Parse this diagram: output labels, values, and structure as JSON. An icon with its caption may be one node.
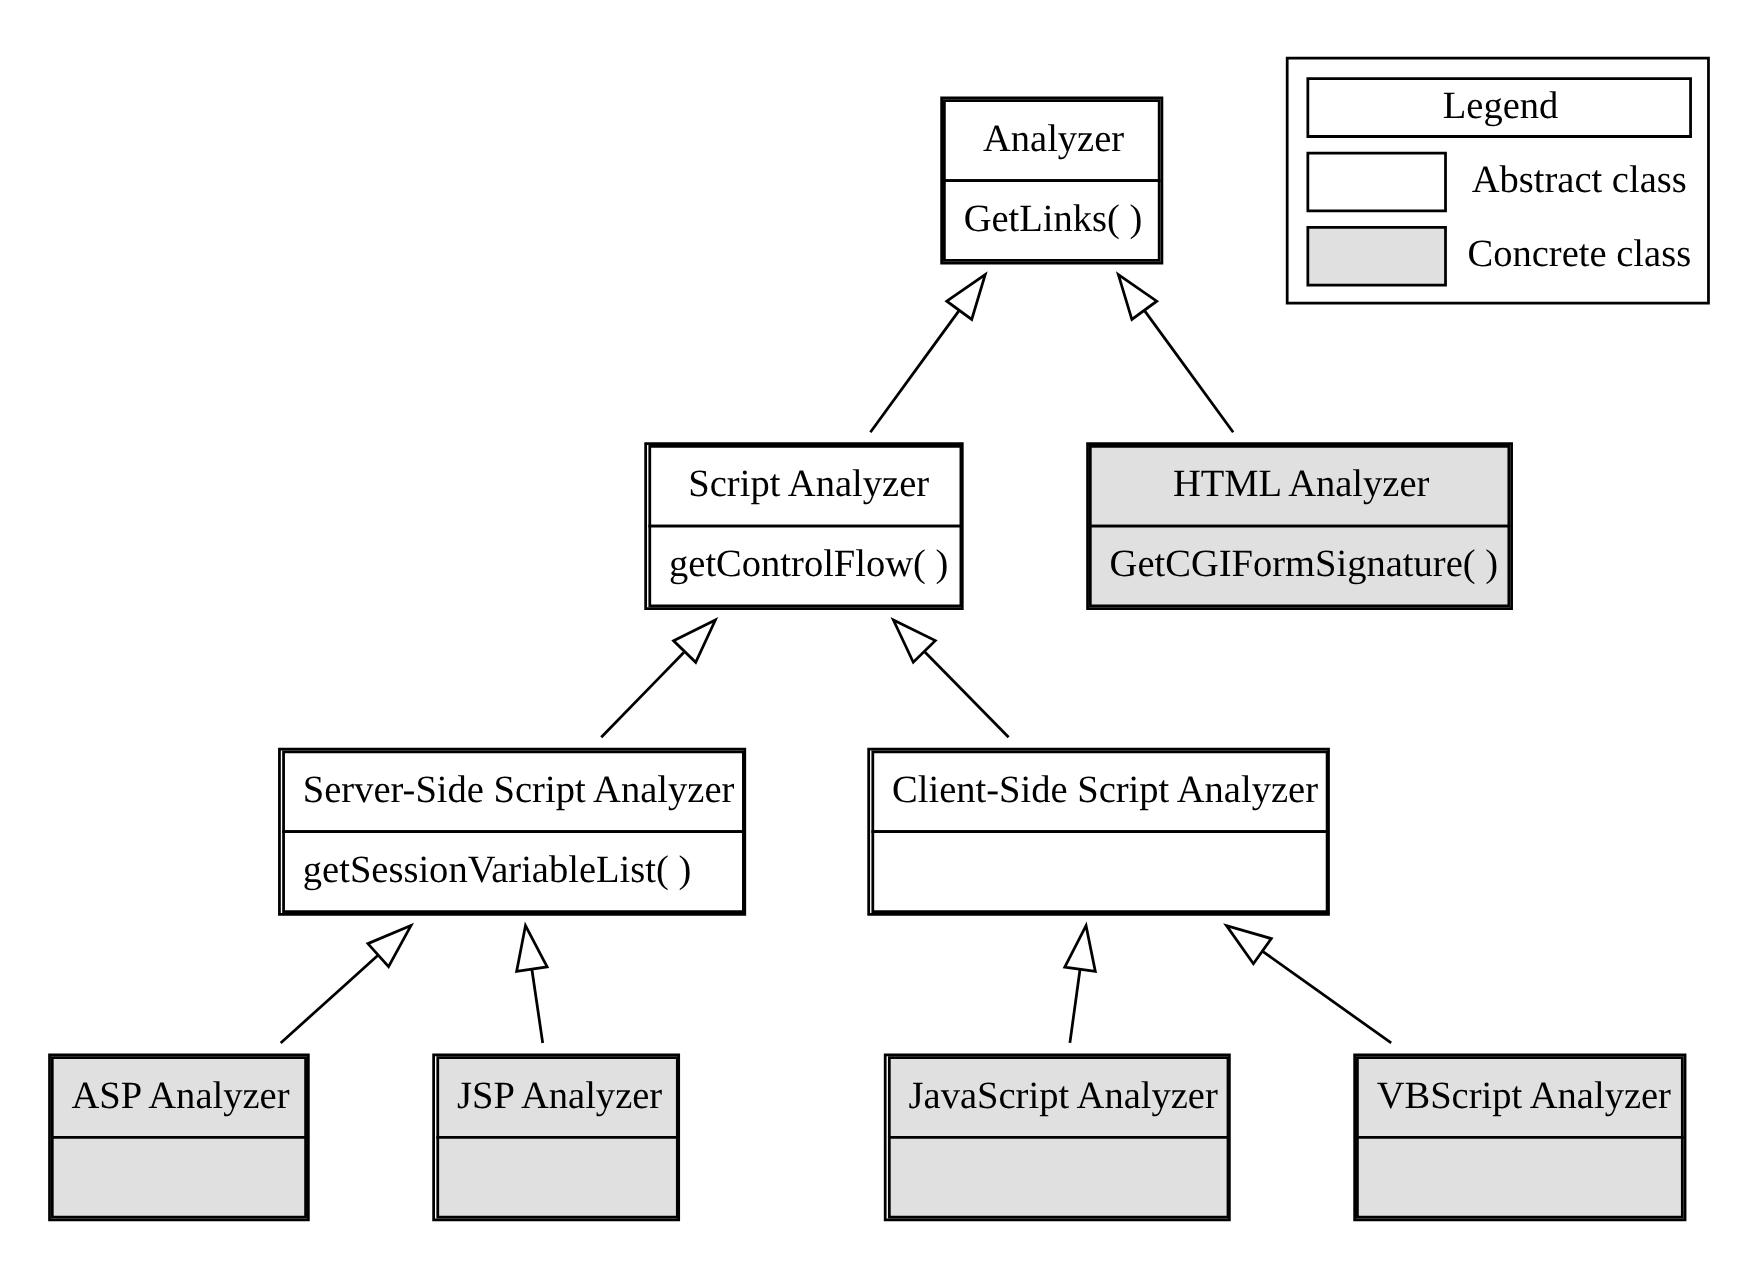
{
  "diagram": {
    "nodes": [
      {
        "text": [
          "Analyzer",
          "GetLinks( )"
        ]
      },
      {
        "text": [
          "Script Analyzer",
          "getControlFlow( )"
        ]
      },
      {
        "text": [
          "HTML Analyzer",
          "GetCGIFormSignature( )"
        ]
      },
      {
        "text": [
          "Server-Side Script Analyzer",
          "getSessionVariableList( )"
        ]
      },
      {
        "text": [
          "Client-Side Script Analyzer"
        ]
      },
      {
        "text": [
          "ASP Analyzer"
        ]
      },
      {
        "text": [
          "JSP Analyzer"
        ]
      },
      {
        "text": [
          "JavaScript Analyzer"
        ]
      },
      {
        "text": [
          "VBScript Analyzer"
        ]
      }
    ],
    "edges": [
      {
        "from": 1,
        "to": 0,
        "arrow": "to"
      },
      {
        "from": 2,
        "to": 0,
        "arrow": "to"
      },
      {
        "from": 3,
        "to": 1,
        "arrow": "to"
      },
      {
        "from": 4,
        "to": 1,
        "arrow": "to"
      },
      {
        "from": 5,
        "to": 3,
        "arrow": "to"
      },
      {
        "from": 6,
        "to": 3,
        "arrow": "to"
      },
      {
        "from": 7,
        "to": 4,
        "arrow": "to"
      },
      {
        "from": 8,
        "to": 4,
        "arrow": "to"
      }
    ],
    "labels": [
      "Legend"
    ],
    "legend": [
      {
        "text": "Abstract class",
        "color": "#ffffff"
      },
      {
        "text": "Concrete class",
        "color": "#e0e0e0"
      }
    ]
  }
}
